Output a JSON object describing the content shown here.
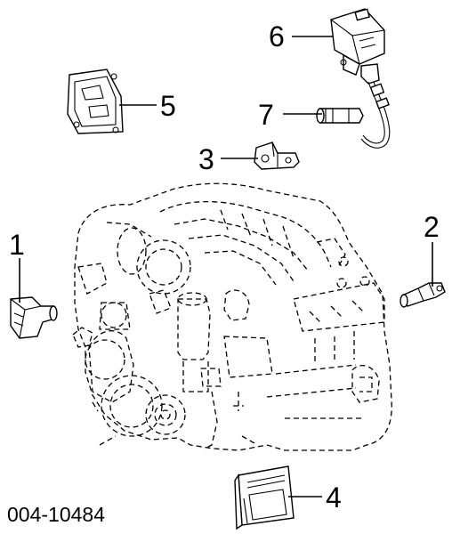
{
  "callouts": [
    "1",
    "2",
    "3",
    "4",
    "5",
    "6",
    "7"
  ],
  "reference_number": "004-10484"
}
